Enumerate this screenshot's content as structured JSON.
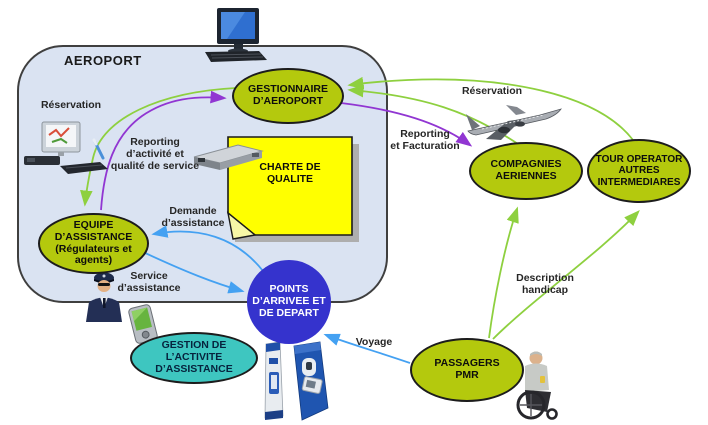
{
  "container": {
    "label": "AEROPORT"
  },
  "nodes": {
    "gestionnaire": {
      "label": "GESTIONNAIRE\nD’AEROPORT",
      "fill": "#b4c90d"
    },
    "equipe": {
      "label": "EQUIPE\nD’ASSISTANCE\n(Régulateurs  et\nagents)",
      "fill": "#b4c90d"
    },
    "charte": {
      "label": "CHARTE DE QUALITE",
      "fill": "#ffff00"
    },
    "points": {
      "label": "POINTS\nD’ARRIVEE ET\nDE DEPART",
      "fill": "#3533cd"
    },
    "gestion": {
      "label": "GESTION DE\nL’ACTIVITE\nD’ASSISTANCE",
      "fill": "#3ec6c0"
    },
    "compagnies": {
      "label": "COMPAGNIES\nAERIENNES",
      "fill": "#b4c90d"
    },
    "tour_operator": {
      "label": "TOUR OPERATOR\nAUTRES\nINTERMEDIARES",
      "fill": "#b4c90d"
    },
    "passagers": {
      "label": "PASSAGERS\nPMR",
      "fill": "#b4c90d"
    }
  },
  "edges": {
    "reservation_left": {
      "label": "Réservation",
      "color": "#8ed03f",
      "from": "gestionnaire",
      "to": "equipe"
    },
    "reporting_activite": {
      "label": "Reporting\nd’activité et\nqualité de service",
      "color": "#9136d2",
      "from": "equipe",
      "to": "gestionnaire"
    },
    "demande_assistance": {
      "label": "Demande\nd’assistance",
      "color": "#44a1f2",
      "from": "points",
      "to": "equipe"
    },
    "service_assistance": {
      "label": "Service\nd’assistance",
      "color": "#44a1f2",
      "from": "equipe",
      "to": "points"
    },
    "reporting_facturation": {
      "label": "Reporting\net Facturation",
      "color": "#9136d2",
      "from": "gestionnaire",
      "to": "compagnies"
    },
    "reservation_right": {
      "label": "Réservation",
      "color": "#8ed03f",
      "from": "compagnies_tour_operator",
      "to": "gestionnaire"
    },
    "description_handicap": {
      "label": "Description\nhandicap",
      "color": "#8ed03f",
      "from": "passagers",
      "to": "compagnies_tour_operator"
    },
    "voyage": {
      "label": "Voyage",
      "color": "#44a1f2",
      "from": "passagers",
      "to": "points"
    }
  },
  "images": {
    "desktop_computer_top": "desktop computer with keyboard",
    "workstation_left": "reservation workstation with keyboard and stylus",
    "rack_server": "rack server",
    "airplane": "airliner",
    "assistance_agent": "assistance agent in uniform",
    "pda_device": "handheld PDA",
    "information_kiosks": "arrival/departure kiosks",
    "wheelchair_passenger": "passenger in wheelchair"
  },
  "colors": {
    "container_fill": "#dae3f2",
    "container_border": "#3f3f3f",
    "olive_node": "#b4c90d",
    "points_blue": "#3533cd",
    "gestion_cyan": "#3ec6c0",
    "note_yellow": "#ffff00",
    "edge_green": "#8ed03f",
    "edge_purple": "#9136d2",
    "edge_blue": "#44a1f2"
  }
}
